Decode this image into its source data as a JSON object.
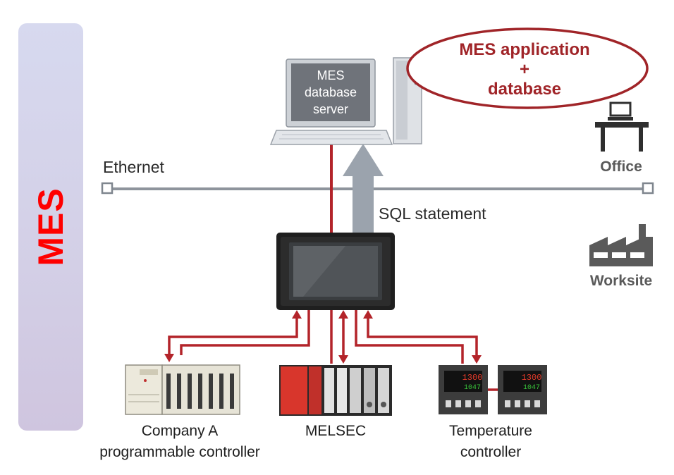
{
  "side_title": "MES",
  "server": {
    "line1": "MES",
    "line2": "database",
    "line3": "server"
  },
  "callout": {
    "line1": "MES application",
    "line2": "+",
    "line3": "database"
  },
  "network": {
    "ethernet_label": "Ethernet"
  },
  "arrow_label": "SQL statement",
  "sites": {
    "office": "Office",
    "worksite": "Worksite"
  },
  "devices": {
    "company_a": {
      "line1": "Company A",
      "line2": "programmable controller"
    },
    "melsec": {
      "line1": "MELSEC"
    },
    "temperature": {
      "line1": "Temperature",
      "line2": "controller",
      "display_top": "1300",
      "display_bottom": "1047"
    }
  },
  "colors": {
    "link_red": "#b3242a",
    "arrow_gray": "#9ba3ad",
    "title_red": "#ff0000",
    "panel": "#d5d3ea"
  },
  "icons": {
    "office": "desk-computer-icon",
    "worksite": "factory-icon"
  }
}
